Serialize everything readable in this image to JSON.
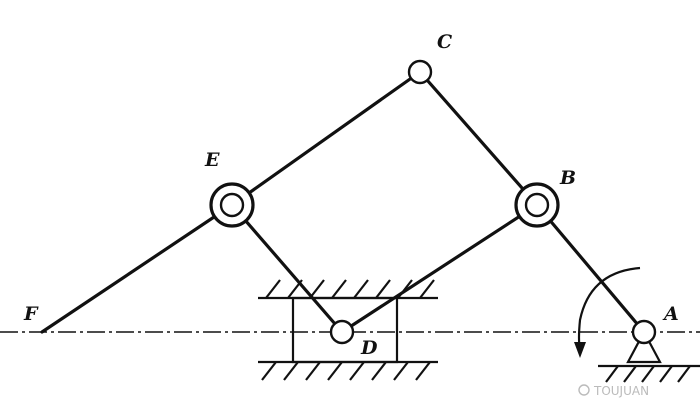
{
  "labels": {
    "A": "A",
    "B": "B",
    "C": "C",
    "D": "D",
    "E": "E",
    "F": "F"
  },
  "watermark": "TOUJUAN"
}
